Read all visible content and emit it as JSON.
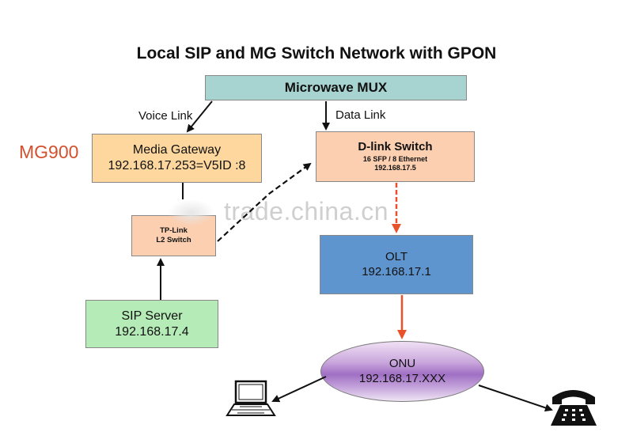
{
  "title": "Local SIP and MG Switch Network with GPON",
  "nodes": {
    "mux": {
      "label": "Microwave  MUX"
    },
    "media_gateway": {
      "line1": "Media Gateway",
      "line2": "192.168.17.253=V5ID :8"
    },
    "dlink": {
      "line1": "D-link Switch",
      "line2": "16 SFP  / 8 Ethernet",
      "line3": "192.168.17.5"
    },
    "tplink": {
      "line1": "TP-Link",
      "line2": "L2 Switch"
    },
    "olt": {
      "line1": "OLT",
      "line2": "192.168.17.1"
    },
    "sip": {
      "line1": "SIP Server",
      "line2": "192.168.17.4"
    },
    "onu": {
      "line1": "ONU",
      "line2": "192.168.17.XXX"
    }
  },
  "labels": {
    "mg900": "MG900",
    "voice_link": "Voice Link",
    "data_link": "Data Link"
  },
  "watermark": "trade.china.cn",
  "colors": {
    "mux": "#a7d3d1",
    "media_gateway": "#fdd79e",
    "switch": "#fbcfb0",
    "olt": "#5f95cf",
    "sip": "#b5ebb7",
    "onu": "#a06fc4",
    "fiber_link": "#e8512a",
    "mg900_label": "#d2512e"
  },
  "icons": [
    "laptop-icon",
    "telephone-icon"
  ]
}
